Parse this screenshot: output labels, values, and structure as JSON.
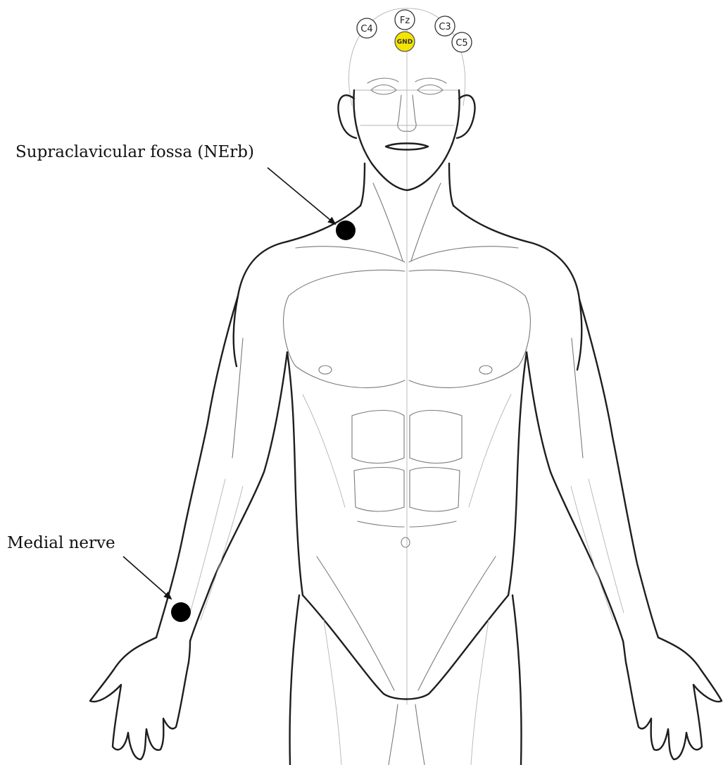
{
  "labels": {
    "supraclavicular": "Supraclavicular fossa (NErb)",
    "medial": "Medial nerve"
  },
  "scalp_electrodes": {
    "c4": "C4",
    "fz": "Fz",
    "c3": "C3",
    "c5": "C5",
    "gnd": "GND"
  },
  "colors": {
    "gnd_fill": "#f5e400",
    "stimulation_site": "#000000",
    "outline": "#1e1e1e"
  }
}
